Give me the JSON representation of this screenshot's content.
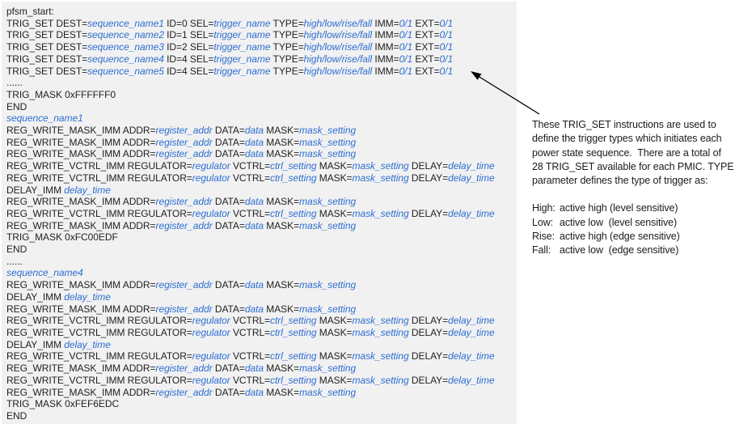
{
  "figure": {
    "name": "PFSM trigger-set script with annotation",
    "colors": {
      "code_background": "#f1f1f2",
      "code_text": "#1f1f1f",
      "variable_text": "#2e6ed0",
      "annotation_text": "#1b1b1b",
      "arrow": "#000000"
    }
  },
  "code": {
    "lines": [
      "pfsm_start:",
      "TRIG_SET DEST={sequence_name1} ID=0 SEL={trigger_name} TYPE={high/low/rise/fall} IMM={0/1} EXT={0/1}",
      "TRIG_SET DEST={sequence_name2} ID=1 SEL={trigger_name} TYPE={high/low/rise/fall} IMM={0/1} EXT={0/1}",
      "TRIG_SET DEST={sequence_name3} ID=2 SEL={trigger_name} TYPE={high/low/rise/fall} IMM={0/1} EXT={0/1}",
      "TRIG_SET DEST={sequence_name4} ID=4 SEL={trigger_name} TYPE={high/low/rise/fall} IMM={0/1} EXT={0/1}",
      "TRIG_SET DEST={sequence_name5} ID=4 SEL={trigger_name} TYPE={high/low/rise/fall} IMM={0/1} EXT={0/1}",
      "......",
      "TRIG_MASK 0xFFFFFF0",
      "END",
      "{sequence_name1}",
      "REG_WRITE_MASK_IMM ADDR={register_addr} DATA={data} MASK={mask_setting}",
      "REG_WRITE_MASK_IMM ADDR={register_addr} DATA={data} MASK={mask_setting}",
      "REG_WRITE_MASK_IMM ADDR={register_addr} DATA={data} MASK={mask_setting}",
      "REG_WRITE_VCTRL_IMM REGULATOR={regulator} VCTRL={ctrl_setting} MASK={mask_setting} DELAY={delay_time}",
      "REG_WRITE_VCTRL_IMM REGULATOR={regulator} VCTRL={ctrl_setting} MASK={mask_setting} DELAY={delay_time}",
      "DELAY_IMM {delay_time}",
      "REG_WRITE_MASK_IMM ADDR={register_addr} DATA={data} MASK={mask_setting}",
      "REG_WRITE_VCTRL_IMM REGULATOR={regulator} VCTRL={ctrl_setting} MASK={mask_setting} DELAY={delay_time}",
      "REG_WRITE_MASK_IMM ADDR={register_addr} DATA={data} MASK={mask_setting}",
      "TRIG_MASK 0xFC00EDF",
      "END",
      "......",
      "{sequence_name4}",
      "REG_WRITE_MASK_IMM ADDR={register_addr} DATA={data} MASK={mask_setting}",
      "DELAY_IMM {delay_time}",
      "REG_WRITE_MASK_IMM ADDR={register_addr} DATA={data} MASK={mask_setting}",
      "REG_WRITE_VCTRL_IMM REGULATOR={regulator} VCTRL={ctrl_setting} MASK={mask_setting} DELAY={delay_time}",
      "REG_WRITE_VCTRL_IMM REGULATOR={regulator} VCTRL={ctrl_setting} MASK={mask_setting} DELAY={delay_time}",
      "DELAY_IMM {delay_time}",
      "REG_WRITE_VCTRL_IMM REGULATOR={regulator} VCTRL={ctrl_setting} MASK={mask_setting} DELAY={delay_time}",
      "REG_WRITE_MASK_IMM ADDR={register_addr} DATA={data} MASK={mask_setting}",
      "REG_WRITE_VCTRL_IMM REGULATOR={regulator} VCTRL={ctrl_setting} MASK={mask_setting} DELAY={delay_time}",
      "REG_WRITE_MASK_IMM ADDR={register_addr} DATA={data} MASK={mask_setting}",
      "TRIG_MASK 0xFEF6EDC",
      "END"
    ]
  },
  "arrow": {
    "icon": "callout-arrow",
    "points_to": "TRIG_SET instruction block"
  },
  "annotation": {
    "paragraph": [
      "These TRIG_SET instructions are used to",
      "define the trigger types which initiates each",
      "power state sequence.  There are a total of",
      "28 TRIG_SET available for each PMIC. TYPE",
      "parameter defines the type of trigger as:"
    ],
    "trigger_types": [
      {
        "label": "High:",
        "desc": "active high (level sensitive)"
      },
      {
        "label": "Low:",
        "desc": "active low  (level sensitive)"
      },
      {
        "label": "Rise:",
        "desc": "active high (edge sensitive)"
      },
      {
        "label": "Fall:",
        "desc": "active low  (edge sensitive)"
      }
    ]
  }
}
